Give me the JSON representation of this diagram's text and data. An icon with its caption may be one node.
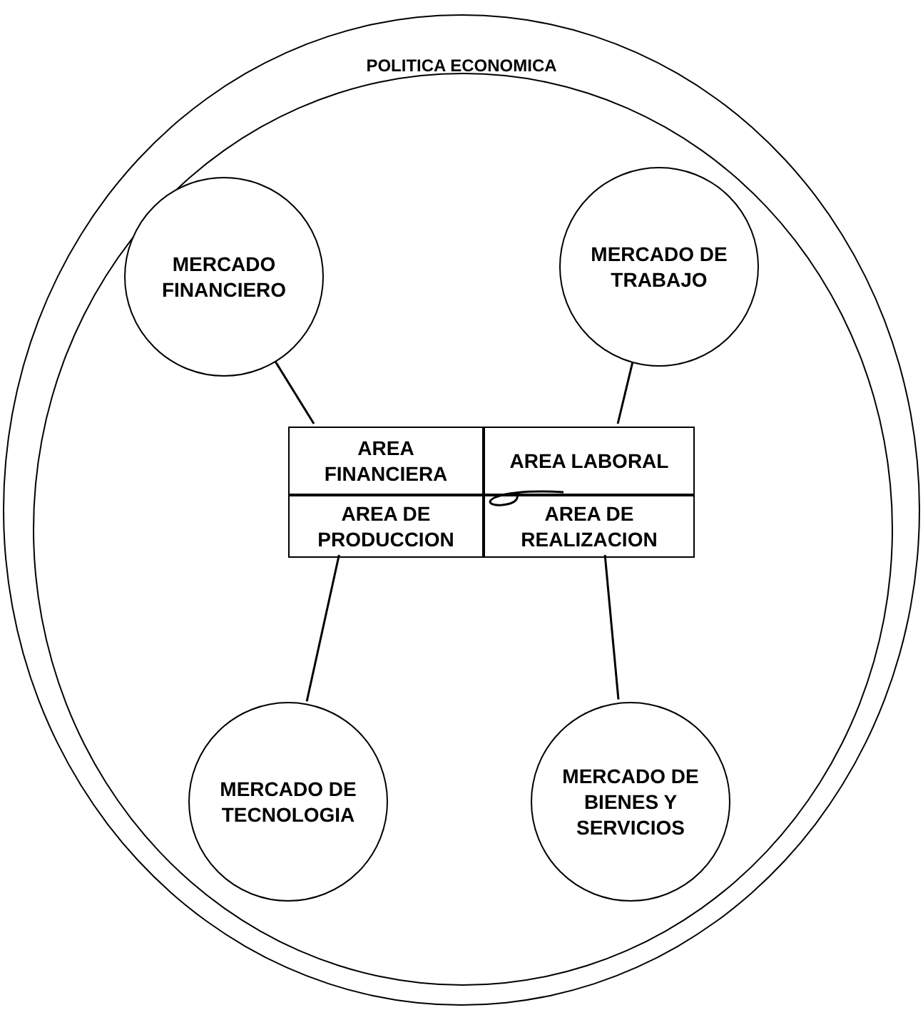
{
  "diagram": {
    "nodes": [
      {
        "text": [
          "POLITICA ECONOMICA"
        ]
      },
      {
        "text": [],
        "shape": "circle",
        "in": 0
      },
      {
        "text": [
          "MERCADO FINANCIERO"
        ],
        "in": 1
      },
      {
        "text": [
          "MERCADO DE TRABAJO"
        ],
        "in": 1
      },
      {
        "text": [
          "AREA FINANCIERA"
        ],
        "in": 1
      },
      {
        "text": [
          "AREA LABORAL"
        ],
        "in": 1
      },
      {
        "text": [
          "AREA DE PRODUCCION"
        ],
        "in": 1
      },
      {
        "text": [
          "AREA DE REALIZACION"
        ],
        "in": 1
      },
      {
        "text": [
          "MERCADO DE TECNOLOGIA"
        ],
        "in": 1
      },
      {
        "text": [
          "MERCADO DE BIENES Y SERVICIOS"
        ],
        "in": 1
      }
    ],
    "edges": [
      {
        "from": 2,
        "to": 4,
        "arrow": "none"
      },
      {
        "from": 3,
        "to": 5,
        "arrow": "none"
      },
      {
        "from": 8,
        "to": 6,
        "arrow": "none"
      },
      {
        "from": 9,
        "to": 7,
        "arrow": "none"
      },
      {
        "from": 5,
        "to": 7,
        "arrow": "none"
      }
    ]
  }
}
